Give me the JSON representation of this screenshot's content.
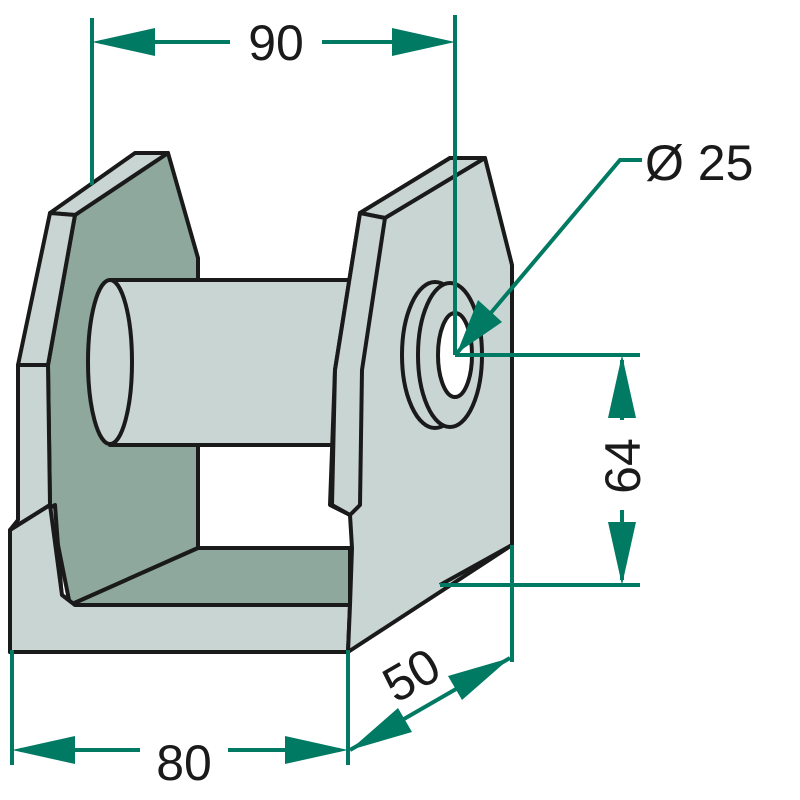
{
  "title": "Bracket with bushing - dimension drawing",
  "dimensions": {
    "top_width": "90",
    "hole_diameter": "Ø 25",
    "hole_height": "64",
    "depth": "50",
    "base_width": "80"
  },
  "colors": {
    "dimension": "#007a62",
    "part_light": "#c9d5d2",
    "part_dark": "#8ea89e",
    "outline": "#1a1a1a"
  }
}
